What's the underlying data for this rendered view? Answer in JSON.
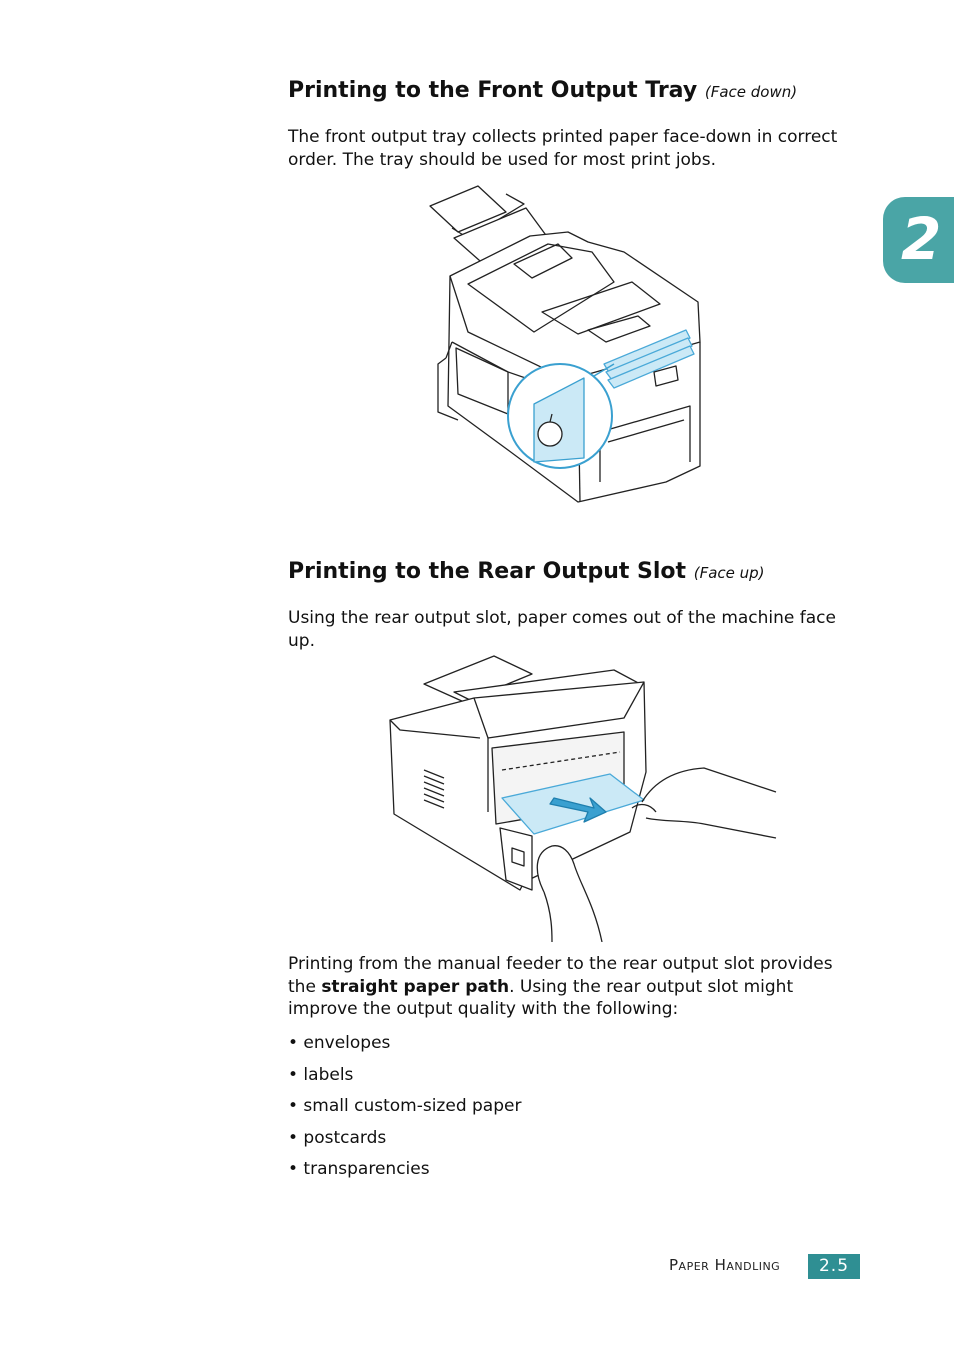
{
  "chapter": {
    "number": "2"
  },
  "section1": {
    "title": "Printing to the Front Output Tray",
    "subtitle": "(Face down)",
    "body": "The front output tray collects printed paper face-down in correct order. The tray should be used for most print jobs."
  },
  "section2": {
    "title": "Printing to the Rear Output Slot",
    "subtitle": "(Face up)",
    "body": "Using the rear output slot, paper comes out of the machine face up.",
    "para2_before": "Printing from the manual feeder to the rear output slot provides the ",
    "para2_bold": "straight paper path",
    "para2_after": ". Using the rear output slot might improve the output quality with the following:",
    "bullets": [
      "• envelopes",
      "• labels",
      "• small custom-sized paper",
      "• postcards",
      "• transparencies"
    ]
  },
  "footer": {
    "section_label": "Paper Handling",
    "page_number": "2.5"
  },
  "colors": {
    "accent": "#4aa5a6",
    "badge": "#2f8f93",
    "paper_highlight": "#cbe9f6"
  }
}
